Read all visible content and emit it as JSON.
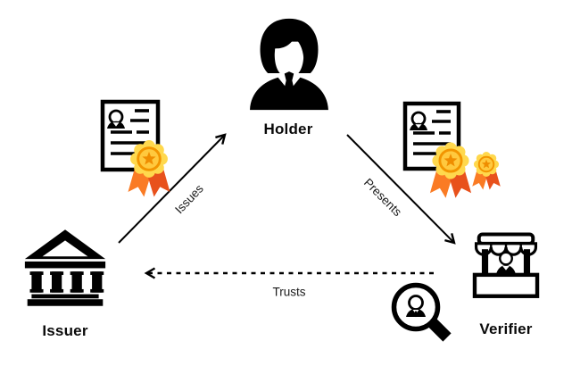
{
  "diagram": {
    "type": "trust-triangle",
    "background": "#ffffff",
    "ink": "#000000"
  },
  "nodes": {
    "holder": {
      "label": "Holder",
      "icon": "businesswoman-icon"
    },
    "issuer": {
      "label": "Issuer",
      "icon": "bank-building-icon"
    },
    "verifier": {
      "label": "Verifier",
      "icon": "market-stall-icon"
    }
  },
  "edges": {
    "issues": {
      "label": "Issues",
      "from": "issuer",
      "to": "holder",
      "style": "solid"
    },
    "presents": {
      "label": "Presents",
      "from": "holder",
      "to": "verifier",
      "style": "solid"
    },
    "trusts": {
      "label": "Trusts",
      "from": "verifier",
      "to": "issuer",
      "style": "dashed"
    }
  },
  "decorations": {
    "issued_credential": {
      "icon": "certificate-with-medal-icon",
      "medals": 1
    },
    "presented_credential": {
      "icon": "certificate-with-two-medals-icon",
      "medals": 2
    },
    "verification": {
      "icon": "magnifier-person-icon"
    }
  },
  "colors": {
    "ink": "#000000",
    "medal_rosette": "#FFD84D",
    "medal_core": "#FFC93E",
    "medal_ring": "#F29500",
    "medal_star": "#EF8D00",
    "ribbon_left": "#FA7B24",
    "ribbon_right": "#E8511C"
  }
}
